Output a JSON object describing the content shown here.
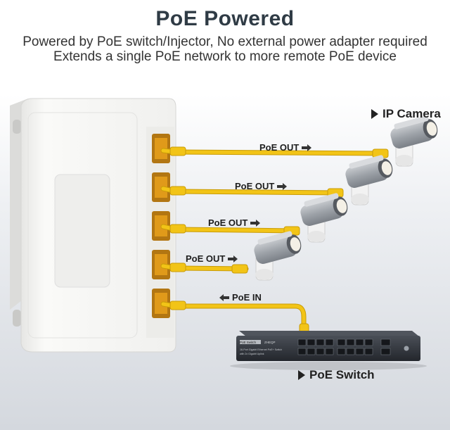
{
  "header": {
    "title": "PoE Powered",
    "subtitle_line1": "Powered by PoE switch/Injector, No external power adapter required",
    "subtitle_line2": "Extends a single PoE network to more remote PoE device"
  },
  "labels": {
    "ip_camera": "IP Camera",
    "poe_switch": "PoE Switch",
    "poe_in": "PoE IN",
    "poe_out_1": "PoE OUT",
    "poe_out_2": "PoE OUT",
    "poe_out_3": "PoE OUT",
    "poe_out_4": "PoE OUT"
  },
  "switch_device": {
    "brand": "PoE Switch",
    "model": "ZHEQP",
    "desc_line1": "16-Port Gigabit Ethernet PoE+ Switch",
    "desc_line2": "with 2x Gigabit Uplink"
  },
  "colors": {
    "cable": "#f2c417",
    "cable_shadow": "#c99c08",
    "port_amber": "#e09a1a",
    "extender_body": "#f7f7f5",
    "switch_body": "#2d3138"
  }
}
